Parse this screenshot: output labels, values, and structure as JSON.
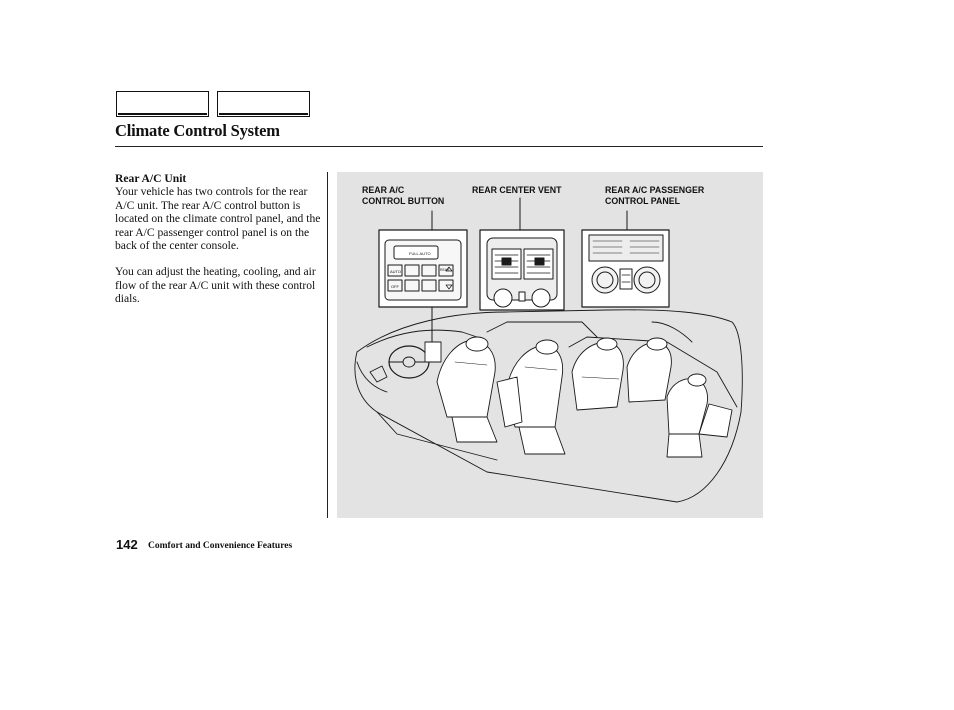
{
  "page": {
    "title": "Climate Control System",
    "page_number": "142",
    "section": "Comfort and Convenience Features"
  },
  "body": {
    "heading": "Rear A/C Unit",
    "paragraphs": [
      "Your vehicle has two controls for the rear A/C unit. The rear A/C control button is located on the climate control panel, and the rear A/C passenger control panel is on the back of the center console.",
      "You can adjust the heating, cooling, and air flow of the rear A/C unit with these control dials."
    ]
  },
  "figure": {
    "callouts": {
      "rear_ac_button": "REAR A/C\nCONTROL BUTTON",
      "rear_center_vent": "REAR CENTER VENT",
      "rear_passenger_panel": "REAR A/C PASSENGER\nCONTROL PANEL"
    },
    "panel_labels": {
      "auto": "AUTO",
      "off": "OFF",
      "rear": "REAR",
      "full_auto": "FULL AUTO"
    }
  }
}
